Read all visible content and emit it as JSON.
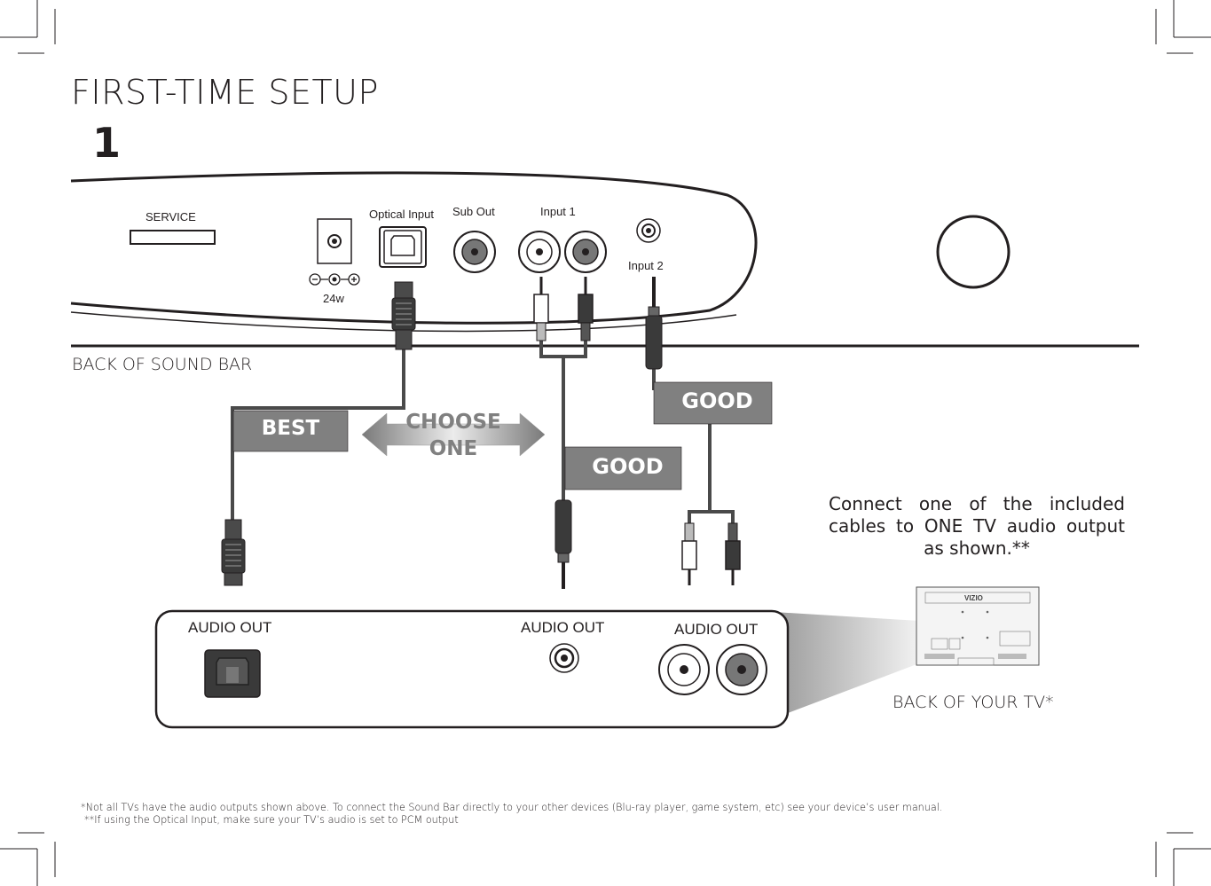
{
  "page": {
    "title": "FIRST-TIME SETUP",
    "step_number": "1"
  },
  "soundbar": {
    "section_label": "BACK OF SOUND BAR",
    "ports": {
      "service": "SERVICE",
      "optical": "Optical Input",
      "sub_out": "Sub Out",
      "input1": "Input 1",
      "input2": "Input 2",
      "power": "24w"
    }
  },
  "options": {
    "best": "BEST",
    "choose_line1": "CHOOSE",
    "choose_line2": "ONE",
    "good_aux": "GOOD",
    "good_rca": "GOOD"
  },
  "instructions": "Connect one of the included cables to ONE TV audio output as shown.**",
  "tv": {
    "section_label": "BACK OF YOUR TV*",
    "logo": "VIZIO",
    "outputs": {
      "optical": "AUDIO OUT",
      "aux": "AUDIO OUT",
      "rca": "AUDIO OUT"
    }
  },
  "footnotes": {
    "line1": "*Not all TVs have the audio outputs shown above. To connect the Sound Bar directly to your other devices (Blu-ray player, game system, etc) see your device’s user manual.",
    "line2": "**If using the Optical Input, make sure your TV’s audio is set to PCM output"
  },
  "colors": {
    "badge_gray": "#808080",
    "cable_gray": "#4a4a4a",
    "ink": "#231f20"
  }
}
